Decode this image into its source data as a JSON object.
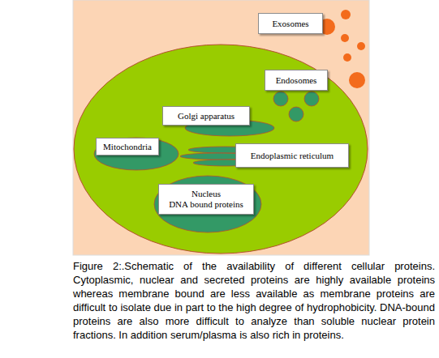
{
  "diagram": {
    "caption": "Figure 2:.Schematic of the availability of different cellular proteins. Cytoplasmic, nuclear and secreted proteins are highly available proteins whereas membrane bound are less available as membrane proteins are difficult to isolate due in part to the high degree of hydrophobicity. DNA-bound proteins are also more difficult to analyze than soluble nuclear protein fractions. In addition serum/plasma is also rich in proteins.",
    "nodes": [
      {
        "text": [
          "Exosomes"
        ]
      },
      {
        "text": [
          "Endosomes"
        ]
      },
      {
        "text": [
          "Golgi apparatus"
        ]
      },
      {
        "text": [
          "Mitochondria"
        ]
      },
      {
        "text": [
          "Endoplasmic reticulum"
        ]
      },
      {
        "text": [
          "Nucleus",
          "DNA bound proteins"
        ]
      }
    ]
  }
}
